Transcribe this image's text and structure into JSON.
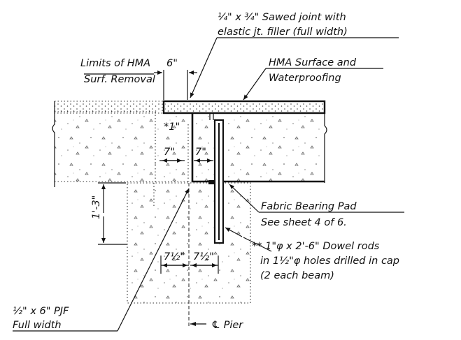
{
  "labels": {
    "sawed_joint_line1": "¼\" x ¾\" Sawed joint with",
    "sawed_joint_line2": "elastic jt. filler (full width)",
    "limits_line1": "Limits of HMA",
    "limits_line2": "Surf. Removal",
    "dim_6in": "6\"",
    "hma_line1": "HMA Surface and",
    "hma_line2": "Waterproofing",
    "dim_1in": "*1\"",
    "dim_7in_left": "7\"",
    "dim_7in_right": "7\"",
    "dim_1ft3in": "1'-3\"",
    "fabric_line1": "Fabric Bearing Pad",
    "fabric_line2": "See sheet 4 of 6.",
    "dowel_line1": "** 1\"φ x 2'-6\" Dowel rods",
    "dowel_line2": "in 1½\"φ holes drilled in cap",
    "dowel_line3": "(2 each beam)",
    "dim_7half_left": "7½\"",
    "dim_7half_right": "7½\"",
    "pjf_line1": "½\" x 6\" PJF",
    "pjf_line2": "Full width",
    "pier_cl": "℄ Pier"
  }
}
